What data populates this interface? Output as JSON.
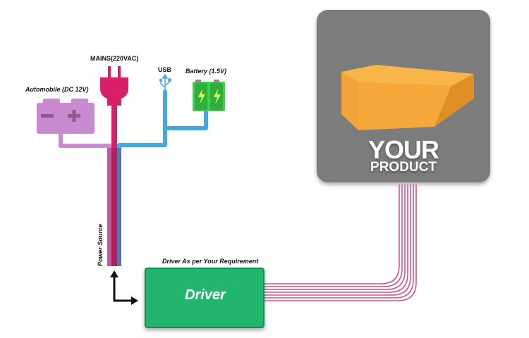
{
  "labels": {
    "automobile": "Automobile (DC 12V)",
    "mains": "MAINS(220VAC)",
    "usb": "USB",
    "battery": "Battery (1.5V)",
    "power_source": "Power Source",
    "driver_requirement": "Driver As per Your Requirement"
  },
  "driver": {
    "label": "Driver"
  },
  "product": {
    "line1": "YOUR",
    "line2": "PRODUCT"
  },
  "icons": [
    "car-battery-icon",
    "power-plug-icon",
    "usb-icon",
    "battery-cells-icon",
    "product-box-icon",
    "arrow-icon"
  ],
  "colors": {
    "automobile_wire": "#c98bd0",
    "mains_wire": "#d81f68",
    "usb_wire": "#45a8e0",
    "battery": "#3fcf4d",
    "driver": "#23b56e",
    "product_panel": "#7b7b7b",
    "box": "#f6a83a",
    "output_wires": "#d4548a"
  }
}
